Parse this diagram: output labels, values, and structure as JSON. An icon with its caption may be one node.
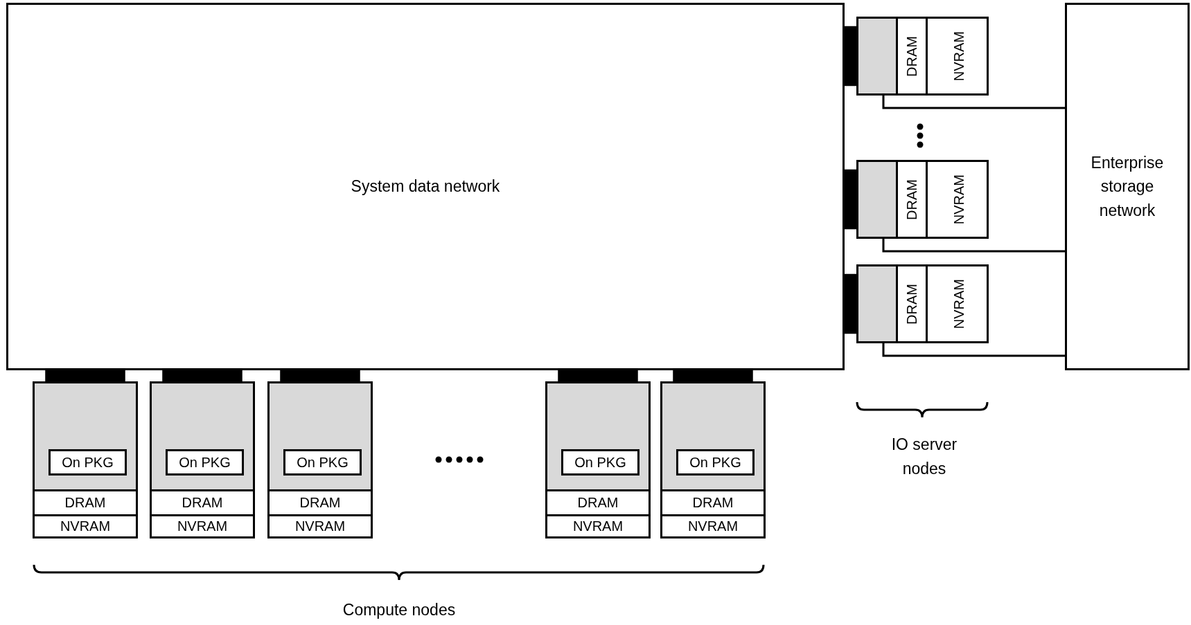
{
  "diagram": {
    "nodes": [
      {
        "text": [
          "System data network"
        ]
      },
      {
        "text": [
          "Enterprise storage network"
        ]
      },
      {
        "text": [
          "DRAM",
          "NVRAM"
        ]
      },
      {
        "text": [
          "DRAM",
          "NVRAM"
        ]
      },
      {
        "text": [
          "DRAM",
          "NVRAM"
        ]
      },
      {
        "text": [
          "DRAM",
          "NVRAM"
        ]
      },
      {
        "text": [
          "On PKG"
        ],
        "in": 5
      },
      {
        "text": [
          "DRAM",
          "NVRAM"
        ]
      },
      {
        "text": [
          "On PKG"
        ],
        "in": 7
      },
      {
        "text": [
          "DRAM",
          "NVRAM"
        ]
      },
      {
        "text": [
          "On PKG"
        ],
        "in": 9
      },
      {
        "text": [
          "DRAM",
          "NVRAM"
        ]
      },
      {
        "text": [
          "On PKG"
        ],
        "in": 11
      },
      {
        "text": [
          "DRAM",
          "NVRAM"
        ]
      },
      {
        "text": [
          "On PKG"
        ],
        "in": 13
      }
    ],
    "edges": [
      {
        "from": 0,
        "to": 2,
        "arrow": "none"
      },
      {
        "from": 0,
        "to": 3,
        "arrow": "none"
      },
      {
        "from": 0,
        "to": 4,
        "arrow": "none"
      },
      {
        "from": 0,
        "to": 5,
        "arrow": "none"
      },
      {
        "from": 0,
        "to": 7,
        "arrow": "none"
      },
      {
        "from": 0,
        "to": 9,
        "arrow": "none"
      },
      {
        "from": 0,
        "to": 11,
        "arrow": "none"
      },
      {
        "from": 0,
        "to": 13,
        "arrow": "none"
      },
      {
        "from": 2,
        "to": 1,
        "arrow": "none"
      },
      {
        "from": 3,
        "to": 1,
        "arrow": "none"
      },
      {
        "from": 4,
        "to": 1,
        "arrow": "none"
      }
    ],
    "labels": [
      "IO server nodes",
      "Compute nodes"
    ]
  }
}
